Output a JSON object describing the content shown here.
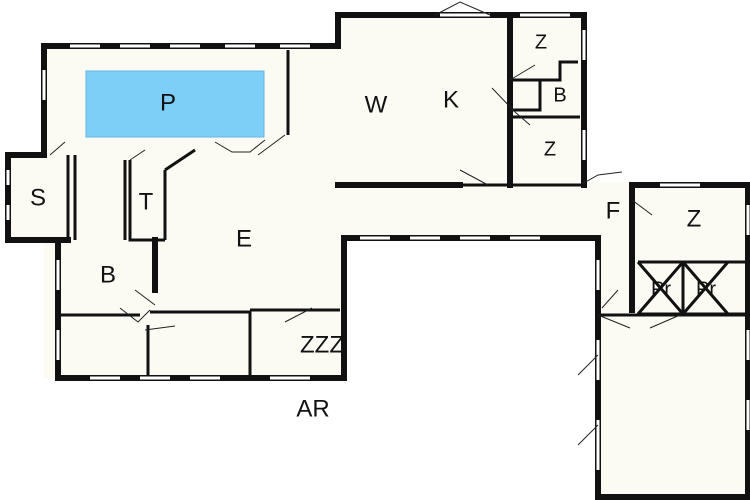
{
  "rooms": {
    "pool": "P",
    "living": "W",
    "kitchen": "K",
    "bedroom_top": "Z",
    "bath_top": "B",
    "bedroom_mid": "Z",
    "sauna": "S",
    "toilet": "T",
    "entrance": "E",
    "bath_left": "B",
    "bedroom_bottom": "ZZZ",
    "hall": "F",
    "bedroom_right": "Z",
    "storage_1": "Pr",
    "storage_2": "Pr",
    "outdoor": "AR"
  },
  "colors": {
    "pool": "#7dcff8",
    "wall": "#111111",
    "floor": "#fbfbf3"
  }
}
